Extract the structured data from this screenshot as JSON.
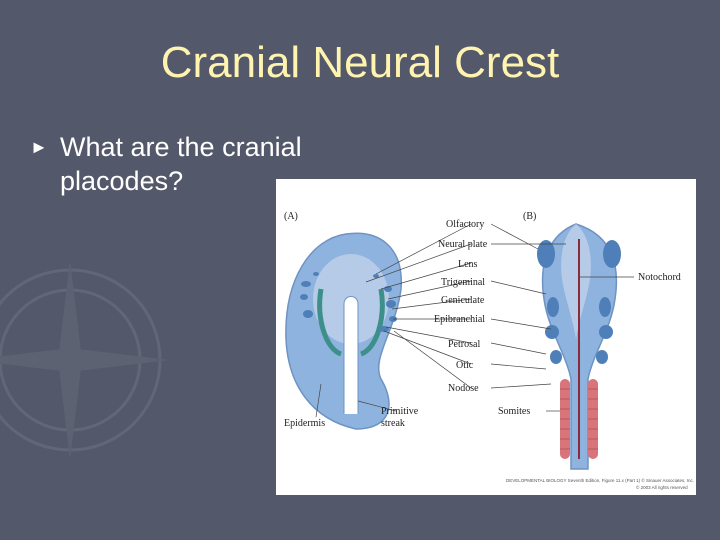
{
  "slide": {
    "title": "Cranial Neural Crest",
    "bullet_marker": "►",
    "bullet_text": "What are the cranial placodes?"
  },
  "figure": {
    "panel_a_label": "(A)",
    "panel_b_label": "(B)",
    "labels": {
      "olfactory": "Olfactory",
      "neural_plate": "Neural plate",
      "lens": "Lens",
      "trigeminal": "Trigeminal",
      "geniculate": "Geniculate",
      "epibranchial": "Epibranchial",
      "petrosal": "Petrosal",
      "otic": "Otic",
      "nodose": "Nodose",
      "somites": "Somites",
      "notochord": "Notochord",
      "epidermis": "Epidermis",
      "primitive": "Primitive",
      "streak": "streak"
    },
    "credit_line1": "DEVELOPMENTAL BIOLOGY Seventh Edition, Figure 11.x (Part 1) © Sinauer Associates, Inc.",
    "credit_line2": "© 2003 All rights reserved"
  },
  "colors": {
    "background": "#53586a",
    "title": "#fff3b0",
    "embryo_blue": "#8fb3df",
    "placode_blue": "#4f7fb8",
    "neural_fold_teal": "#3d8f8a",
    "somite_red": "#d8747a",
    "notochord": "#8a2a3a"
  }
}
